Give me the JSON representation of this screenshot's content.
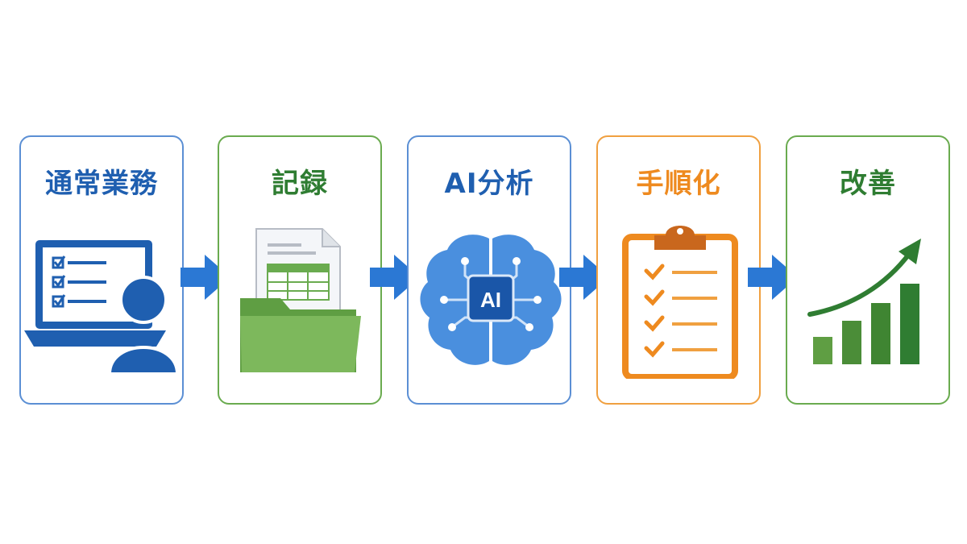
{
  "flow": {
    "steps": [
      {
        "title": "通常業務",
        "color": "#1f5fb0",
        "border": "#5b8fd4",
        "icon": "laptop-checklist-person-icon"
      },
      {
        "title": "記録",
        "color": "#2f7d32",
        "border": "#6aab4f",
        "icon": "folder-spreadsheet-icon"
      },
      {
        "title": "AI分析",
        "color": "#1f5fb0",
        "border": "#5b8fd4",
        "icon": "ai-brain-icon"
      },
      {
        "title": "手順化",
        "color": "#ee8a1f",
        "border": "#f0a040",
        "icon": "clipboard-checklist-icon"
      },
      {
        "title": "改善",
        "color": "#2f7d32",
        "border": "#6aab4f",
        "icon": "growth-chart-icon"
      }
    ],
    "ai_badge": "AI",
    "arrow_color": "#2b78d4"
  }
}
